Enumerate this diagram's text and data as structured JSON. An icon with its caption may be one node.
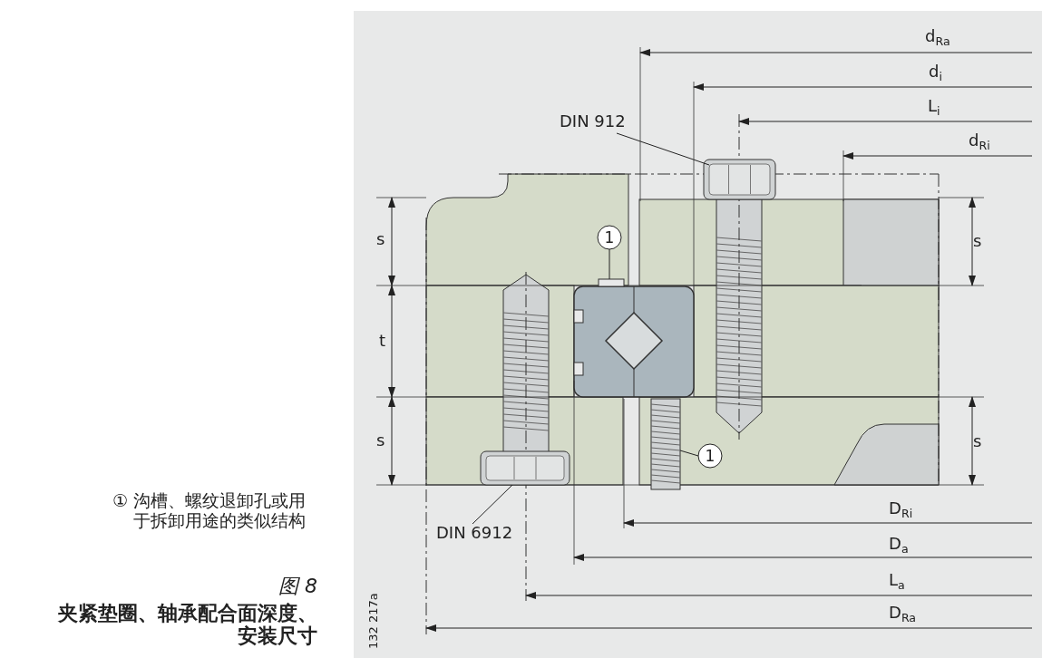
{
  "diagram": {
    "title": "图 8",
    "caption": "夹紧垫圈、轴承配合面深度、安装尺寸",
    "nodes": [
      {
        "text": [
          "DIN 912"
        ]
      },
      {
        "text": [],
        "shape": "picture"
      },
      {
        "text": [
          "1"
        ]
      },
      {
        "text": [],
        "shape": "box"
      },
      {
        "text": [
          "1"
        ]
      },
      {
        "text": [],
        "shape": "picture"
      },
      {
        "text": [
          "DIN 6912"
        ]
      },
      {
        "text": [],
        "shape": "picture"
      }
    ],
    "edges": [
      {
        "from": 0,
        "to": 1,
        "arrow": "none"
      },
      {
        "from": 2,
        "to": 3,
        "arrow": "none"
      },
      {
        "from": 4,
        "to": 5,
        "arrow": "none"
      },
      {
        "from": 6,
        "to": 7,
        "arrow": "none"
      }
    ],
    "labels": [
      "d$_{Ra}$",
      "d$_{i}$",
      "L$_{i}$",
      "d$_{Ri}$",
      "s",
      "s",
      "t",
      "s",
      "s",
      "① 沟槽、螺纹退卸孔或用于拆卸用途的类似结构",
      "D$_{Ri}$",
      "D$_{a}$",
      "L$_{a}$",
      "D$_{Ra}$",
      "132 217a"
    ]
  }
}
